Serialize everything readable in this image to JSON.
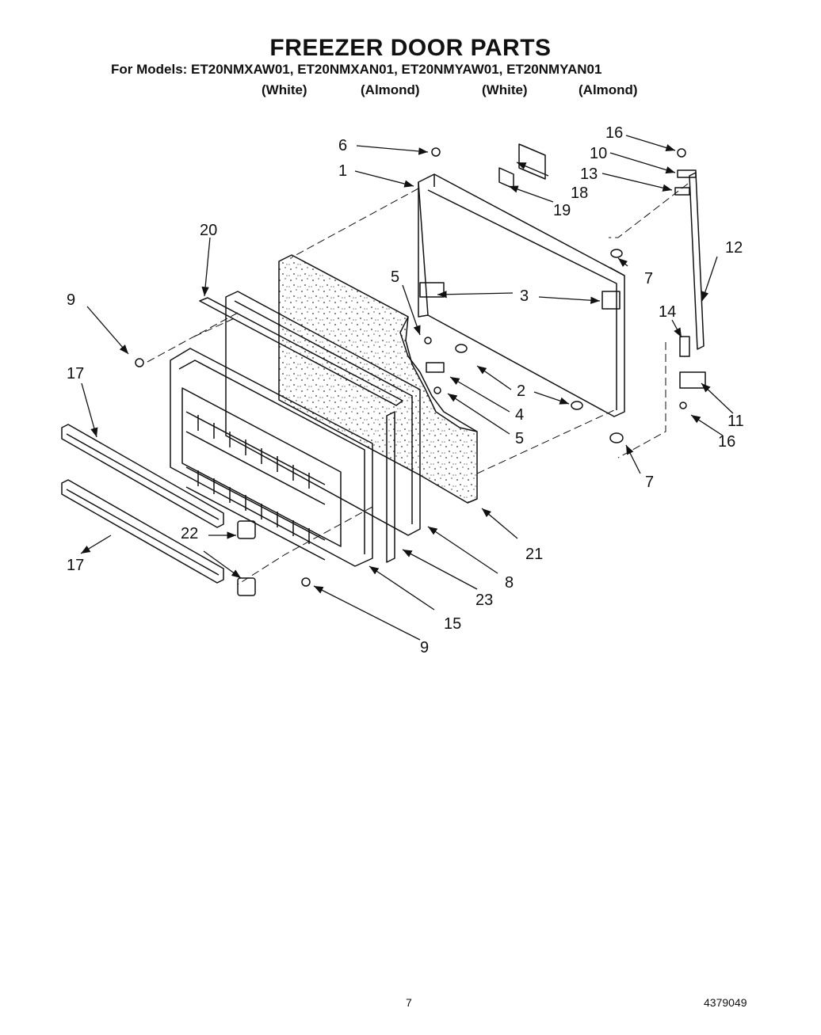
{
  "header": {
    "title": "FREEZER DOOR PARTS",
    "models_line": "For Models: ET20NMXAW01, ET20NMXAN01, ET20NMYAW01, ET20NMYAN01",
    "colors": [
      "(White)",
      "(Almond)",
      "(White)",
      "(Almond)"
    ]
  },
  "callouts": {
    "c1": "1",
    "c2": "2",
    "c3": "3",
    "c4": "4",
    "c5a": "5",
    "c5b": "5",
    "c6": "6",
    "c7a": "7",
    "c7b": "7",
    "c8": "8",
    "c9a": "9",
    "c9b": "9",
    "c10": "10",
    "c11": "11",
    "c12": "12",
    "c13": "13",
    "c14": "14",
    "c15": "15",
    "c16a": "16",
    "c16b": "16",
    "c17a": "17",
    "c17b": "17",
    "c18": "18",
    "c19": "19",
    "c20": "20",
    "c21": "21",
    "c22": "22",
    "c23": "23"
  },
  "footer": {
    "page_number": "7",
    "doc_number": "4379049"
  }
}
